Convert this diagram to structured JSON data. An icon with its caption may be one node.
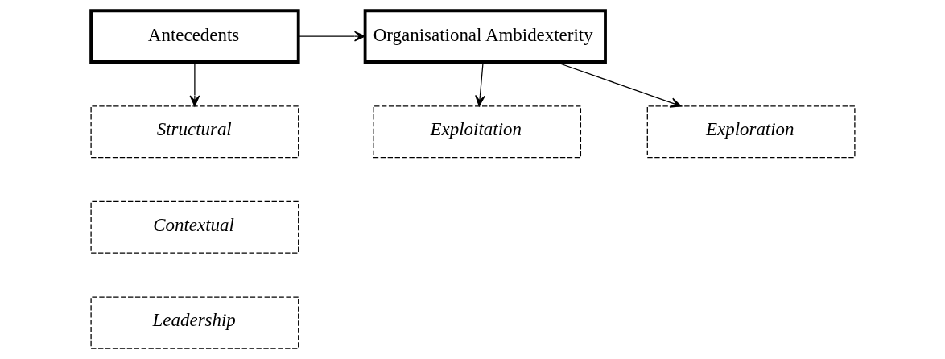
{
  "diagram": {
    "nodes": [
      {
        "text": [
          "Antecedents"
        ]
      },
      {
        "text": [
          "Organisational Ambidexterity"
        ]
      },
      {
        "text": [
          "Structural"
        ]
      },
      {
        "text": [
          "Contextual"
        ]
      },
      {
        "text": [
          "Leadership"
        ]
      },
      {
        "text": [
          "Exploitation"
        ]
      },
      {
        "text": [
          "Exploration"
        ]
      }
    ],
    "edges": [
      {
        "from": 0,
        "to": 1,
        "arrow": "to"
      },
      {
        "from": 0,
        "to": 2,
        "arrow": "to"
      },
      {
        "from": 1,
        "to": 5,
        "arrow": "to"
      },
      {
        "from": 1,
        "to": 6,
        "arrow": "to"
      }
    ]
  }
}
